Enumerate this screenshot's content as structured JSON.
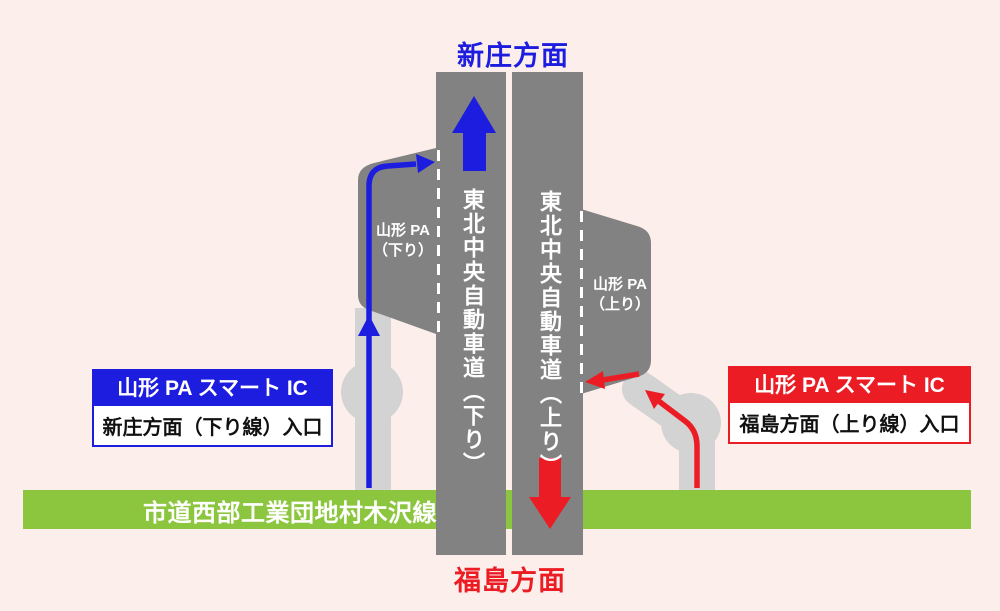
{
  "titles": {
    "top": "新庄方面",
    "bottom": "福島方面"
  },
  "expressway": {
    "down_line": "東北中央自動車道（下り）",
    "up_line": "東北中央自動車道（上り）"
  },
  "parking_areas": {
    "down": {
      "name": "山形 PA",
      "direction": "（下り）"
    },
    "up": {
      "name": "山形 PA",
      "direction": "（上り）"
    }
  },
  "smart_ic_left": {
    "header": "山形 PA スマート IC",
    "entrance": "新庄方面（下り線）入口"
  },
  "smart_ic_right": {
    "header": "山形 PA スマート IC",
    "entrance": "福島方面（上り線）入口"
  },
  "local_road": {
    "name": "市道西部工業団地村木沢線"
  },
  "colors": {
    "background": "#FCEEEB",
    "highway_gray": "#828282",
    "ramp_gray": "#D3D3D3",
    "local_road_green": "#8CC63F",
    "down_line_blue": "#1D1DDF",
    "up_line_red": "#EC1C24"
  }
}
